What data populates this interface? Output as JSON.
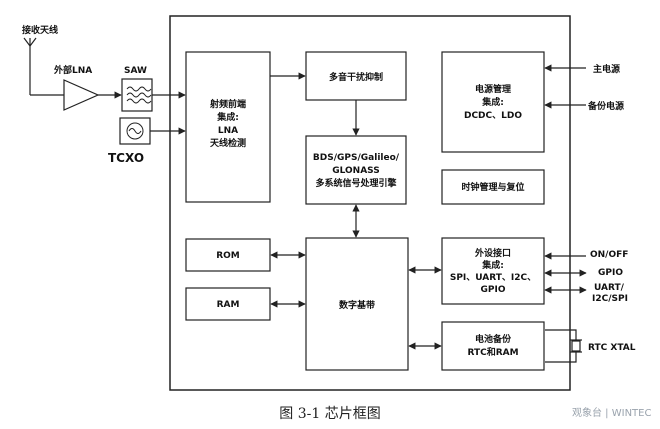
{
  "antenna_label": "接收天线",
  "lna_label": "外部LNA",
  "saw_label": "SAW",
  "tcxo_label": "TCXO",
  "rf_block": [
    "射频前端",
    "集成:",
    "LNA",
    "天线检测"
  ],
  "interference_block": "多音干扰抑制",
  "power_block": [
    "电源管理",
    "集成:",
    "DCDC、LDO"
  ],
  "power_inputs": [
    "主电源",
    "备份电源"
  ],
  "signal_block": [
    "BDS/GPS/Galileo/",
    "GLONASS",
    "多系统信号处理引擎"
  ],
  "clock_block": "时钟管理与复位",
  "rom_label": "ROM",
  "ram_label": "RAM",
  "baseband_block": "数字基带",
  "peripheral_block": [
    "外设接口",
    "集成:",
    "SPI、UART、I2C、",
    "GPIO"
  ],
  "peripheral_outputs": [
    "ON/OFF",
    "GPIO",
    "UART/",
    "I2C/SPI"
  ],
  "battery_block": [
    "电池备份",
    "RTC和RAM"
  ],
  "rtc_xtal_label": "RTC XTAL",
  "caption": "图 3-1 芯片框图",
  "watermark": "观象台 | WINTEC"
}
